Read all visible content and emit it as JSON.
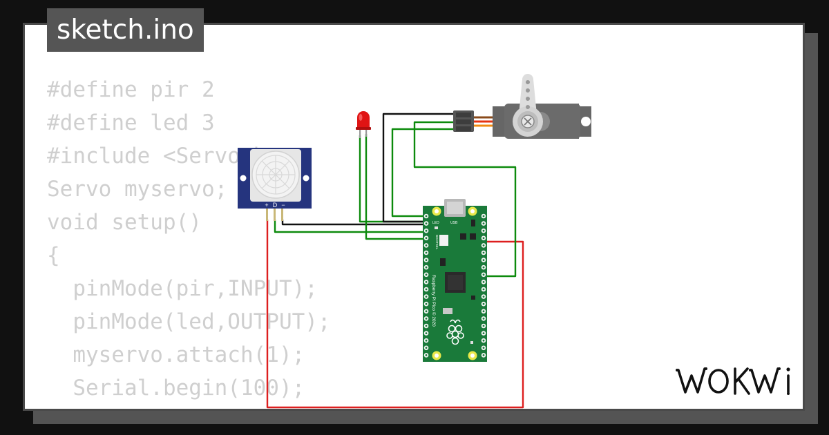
{
  "tab": {
    "filename": "sketch.ino"
  },
  "code_lines": [
    "#define pir 2",
    "#define led 3",
    "#include <Servo.h>",
    "Servo myservo;",
    "void setup()",
    "{",
    "  pinMode(pir,INPUT);",
    "  pinMode(led,OUTPUT);",
    "  myservo.attach(1);",
    "  Serial.begin(100);"
  ],
  "pir_sensor": {
    "pin_labels": [
      "+",
      "D",
      "−"
    ]
  },
  "pico": {
    "silkscreen": "Raspberry Pi Pico © 2020",
    "label_led": "LED",
    "label_usb": "USB",
    "label_bootsel": "BOOTSEL"
  },
  "brand": {
    "logo": "WOKWI"
  },
  "colors": {
    "background": "#111111",
    "card": "#ffffff",
    "code_text": "#cfcfcf",
    "tab": "#555555",
    "pico_green": "#1a7a3a",
    "pir_navy": "#25347e",
    "wire_red": "#dd1f1f",
    "wire_green": "#0c8a0c",
    "wire_black": "#111111"
  },
  "icons": [
    "raspberry-pi-logo-icon",
    "led-icon",
    "servo-horn-icon"
  ]
}
